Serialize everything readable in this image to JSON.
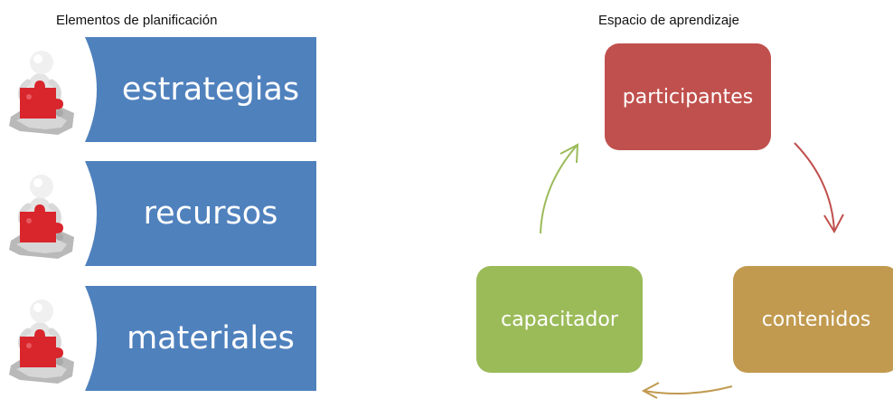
{
  "left_panel": {
    "title": "Elementos de planificación",
    "banner_color": "#4f81bd",
    "items": [
      {
        "label": "estrategias",
        "icon": "person-puzzle-icon"
      },
      {
        "label": "recursos",
        "icon": "person-puzzle-icon"
      },
      {
        "label": "materiales",
        "icon": "person-puzzle-icon"
      }
    ]
  },
  "right_panel": {
    "title": "Espacio de aprendizaje",
    "nodes": [
      {
        "label": "participantes",
        "color": "#c0504d"
      },
      {
        "label": "contenidos",
        "color": "#c19a4f"
      },
      {
        "label": "capacitador",
        "color": "#9bbb59"
      }
    ],
    "arrows": [
      {
        "from": "participantes",
        "to": "contenidos",
        "color": "#c0504d"
      },
      {
        "from": "contenidos",
        "to": "capacitador",
        "color": "#c19a4f"
      },
      {
        "from": "capacitador",
        "to": "participantes",
        "color": "#9bbb59"
      }
    ]
  }
}
